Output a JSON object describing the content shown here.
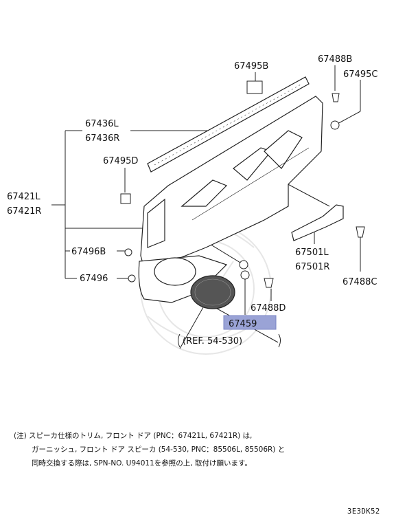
{
  "labels": {
    "p67488B": "67488B",
    "p67495B": "67495B",
    "p67495C": "67495C",
    "p67436L": "67436L",
    "p67436R": "67436R",
    "p67495D": "67495D",
    "p67421L": "67421L",
    "p67421R": "67421R",
    "p67496B": "67496B",
    "p67496": "67496",
    "p67501L": "67501L",
    "p67501R": "67501R",
    "p67488C": "67488C",
    "p67488D": "67488D",
    "p67459": "67459",
    "ref": "(REF. 54-530)"
  },
  "highlight_color": "#9aa3d6",
  "note": {
    "line1": "(注) スピーカ仕様のトリム, フロント ドア (PNC：67421L, 67421R) は,",
    "line2": "ガーニッシュ, フロント ドア スピーカ (54-530, PNC：85506L, 85506R) と",
    "line3": "同時交換する際は, SPN-NO. U94011を参照の上, 取付け願います。"
  },
  "diagram_code": "3E3DK52"
}
